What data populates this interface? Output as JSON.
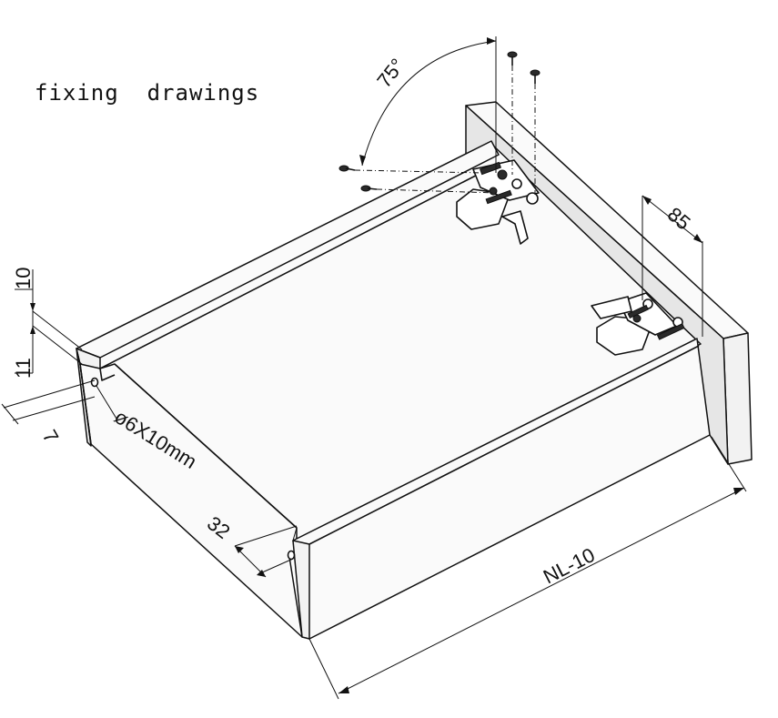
{
  "title": "fixing  drawings",
  "dimensions": {
    "angle": "75°",
    "offset_top": "85",
    "height_10": "10",
    "height_11": "11",
    "side_7": "7",
    "hole": "ø6X10mm",
    "depth_32": "32",
    "length": "NL-10"
  }
}
